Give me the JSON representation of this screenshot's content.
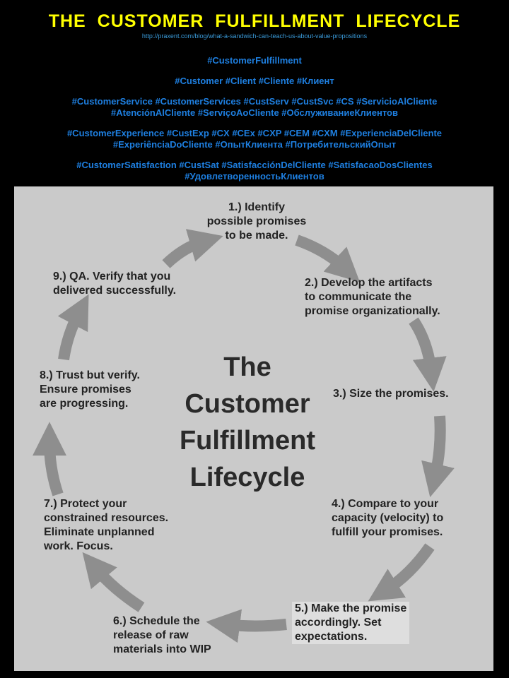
{
  "header": {
    "title": "THE CUSTOMER FULFILLMENT LIFECYCLE",
    "url": "http://praxent.com/blog/what-a-sandwich-can-teach-us-about-value-propositions"
  },
  "hashtags": [
    "#CustomerFulfillment",
    "#Customer #Client #Cliente #Клиент",
    "#CustomerService #CustomerServices #CustServ #CustSvc #CS #ServicioAlCliente #AtenciónAlCliente #ServiçoAoCliente #ОбслуживаниеКлиентов",
    "#CustomerExperience #CustExp #CX #CEx #CXP #CEM #CXM #ExperienciaDelCliente #ExperiênciaDoCliente #ОпытКлиента #ПотребительскийОпыт",
    "#CustomerSatisfaction #CustSat #SatisfacciónDelCliente #SatisfacaoDosClientes #УдовлетворенностьКлиентов"
  ],
  "diagram": {
    "center_title": [
      "The",
      "Customer",
      "Fulfillment",
      "Lifecycle"
    ],
    "steps": [
      [
        "1.) Identify",
        "possible promises",
        "to be made."
      ],
      [
        "2.) Develop the artifacts",
        "to communicate the",
        "promise organizationally."
      ],
      [
        "3.) Size the promises."
      ],
      [
        "4.) Compare to your",
        "capacity (velocity) to",
        "fulfill your promises."
      ],
      [
        "5.) Make the promise",
        "accordingly. Set",
        "expectations."
      ],
      [
        "6.) Schedule the",
        "release of raw",
        "materials into WIP"
      ],
      [
        "7.) Protect your",
        "constrained resources.",
        "Eliminate unplanned",
        "work. Focus."
      ],
      [
        "8.) Trust but verify.",
        "Ensure promises",
        "are progressing."
      ],
      [
        "9.) QA. Verify that you",
        "delivered successfully."
      ]
    ],
    "arrow_color": "#8e8e8e"
  }
}
